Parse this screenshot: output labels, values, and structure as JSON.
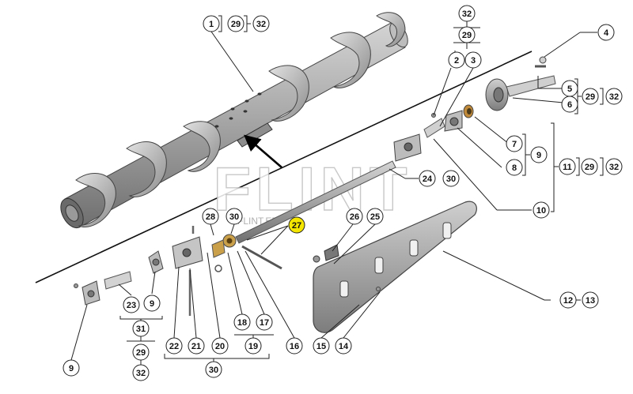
{
  "diagram": {
    "watermark": {
      "line1": "FLINT",
      "line2": "FLINT.EE"
    },
    "callouts": {
      "c1": "1",
      "c29a": "29",
      "c32a": "32",
      "c32top": "32",
      "c29top": "29",
      "c2": "2",
      "c3": "3",
      "c4": "4",
      "c5": "5",
      "c6": "6",
      "c29b": "29",
      "c32b": "32",
      "c7": "7",
      "c8": "8",
      "c9a": "9",
      "c11": "11",
      "c29c": "29",
      "c32c": "32",
      "c10": "10",
      "c24": "24",
      "c30a": "30",
      "c28": "28",
      "c30b": "30",
      "c27": "27",
      "c26": "26",
      "c25": "25",
      "c12": "12",
      "c13": "13",
      "c23": "23",
      "c9b": "9",
      "c31": "31",
      "c29d": "29",
      "c32d": "32",
      "c9c": "9",
      "c22": "22",
      "c21": "21",
      "c20": "20",
      "c18": "18",
      "c17": "17",
      "c19": "19",
      "c16": "16",
      "c15": "15",
      "c14": "14",
      "c30c": "30"
    },
    "highlight_color": "#f5e600"
  }
}
